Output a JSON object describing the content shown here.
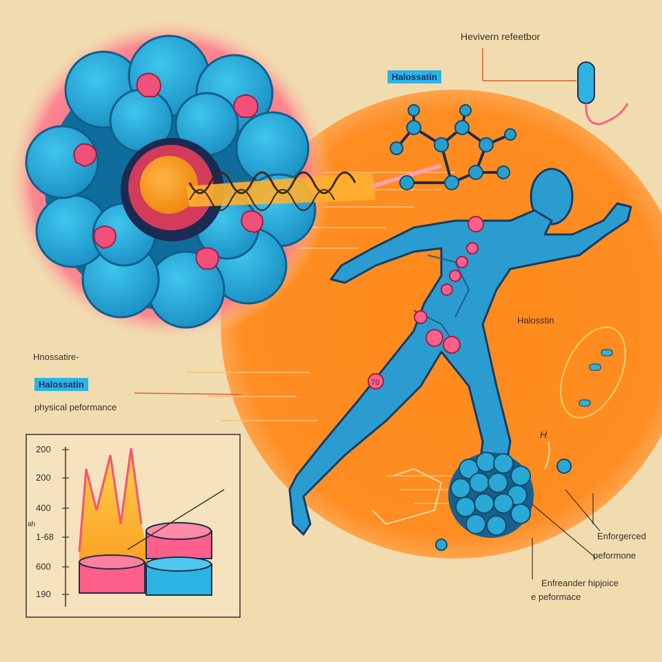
{
  "labels": {
    "top_right": "Hevivern refeetbor",
    "top_tag": "Halossatin",
    "mid_right": "Halosstin",
    "left_heading": "Hnossatire-",
    "left_tag": "Halossatin",
    "left_caption": "physical peformance",
    "bottom_right_1a": "Enforgerced",
    "bottom_right_1b": "peformone",
    "bottom_right_2a": "Enfreander hipjoice",
    "bottom_right_2b": "e peformace",
    "molecule_mark": "H",
    "body_marker": "70"
  },
  "chart": {
    "y_ticks": [
      "200",
      "200",
      "400",
      "1-68",
      "600",
      "190"
    ],
    "side_label": "ah"
  },
  "colors": {
    "background": "#f1dcb0",
    "orange": "#ff8a1c",
    "pink": "#ff6f8a",
    "cyan": "#2bb4e4",
    "navy": "#1d4f8a"
  }
}
